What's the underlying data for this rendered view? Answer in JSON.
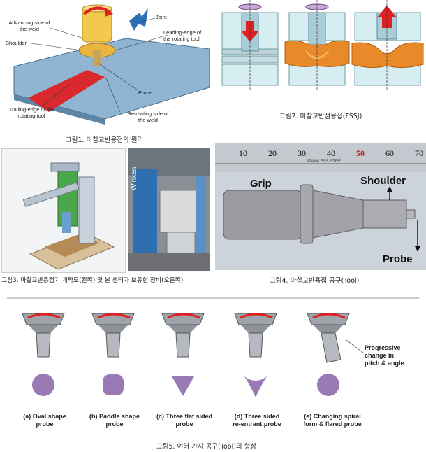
{
  "fig1": {
    "caption": "그림1. 마찰교반용접의 원리",
    "labels": {
      "advancing": [
        "Advancing side of",
        "the weld"
      ],
      "joint": "Joint",
      "shoulder": "Shoulder",
      "leading": [
        "Leading-edge of",
        "the rotating tool"
      ],
      "probe": "Probe",
      "trailing": [
        "Trailing-edge of the",
        "rotating tool"
      ],
      "retreating": [
        "Retreating side of",
        "the weld"
      ]
    }
  },
  "fig2": {
    "caption": "그림2. 마찰교반점용접(FSSJ)"
  },
  "fig3": {
    "caption": "그림3. 마찰교반용접기 개략도(왼쪽) 및 본 센터가 보유한 장비(오른쪽)",
    "machine_brand": "Winxen"
  },
  "fig4": {
    "caption": "그림4. 마찰교반용접 공구(Tool)",
    "ruler_numbers": [
      "10",
      "20",
      "30",
      "40",
      "50",
      "60",
      "70"
    ],
    "ruler_text": "STAINLESS STEEL",
    "grip": "Grip",
    "shoulder": "Shoulder",
    "probe": "Probe"
  },
  "fig5": {
    "caption": "그림5. 여러 가지 공구(Tool)의 형상",
    "progressive_note": [
      "Progressive",
      "change in",
      "pitch & angle"
    ],
    "tools": [
      {
        "label": [
          "(a) Oval shape",
          "probe"
        ]
      },
      {
        "label": [
          "(b) Paddle shape",
          "probe"
        ]
      },
      {
        "label": [
          "(c) Three flat sided",
          "probe"
        ]
      },
      {
        "label": [
          "(d) Three sided",
          "re-entrant probe"
        ]
      },
      {
        "label": [
          "(e) Changing spiral",
          "form & flared probe"
        ]
      }
    ]
  },
  "colors": {
    "steel_blue": "#7fa8c8",
    "weld_red": "#d9292e",
    "tool_gray": "#9a9aa0",
    "arrow_red": "#e02020",
    "orange": "#e88a2a"
  }
}
